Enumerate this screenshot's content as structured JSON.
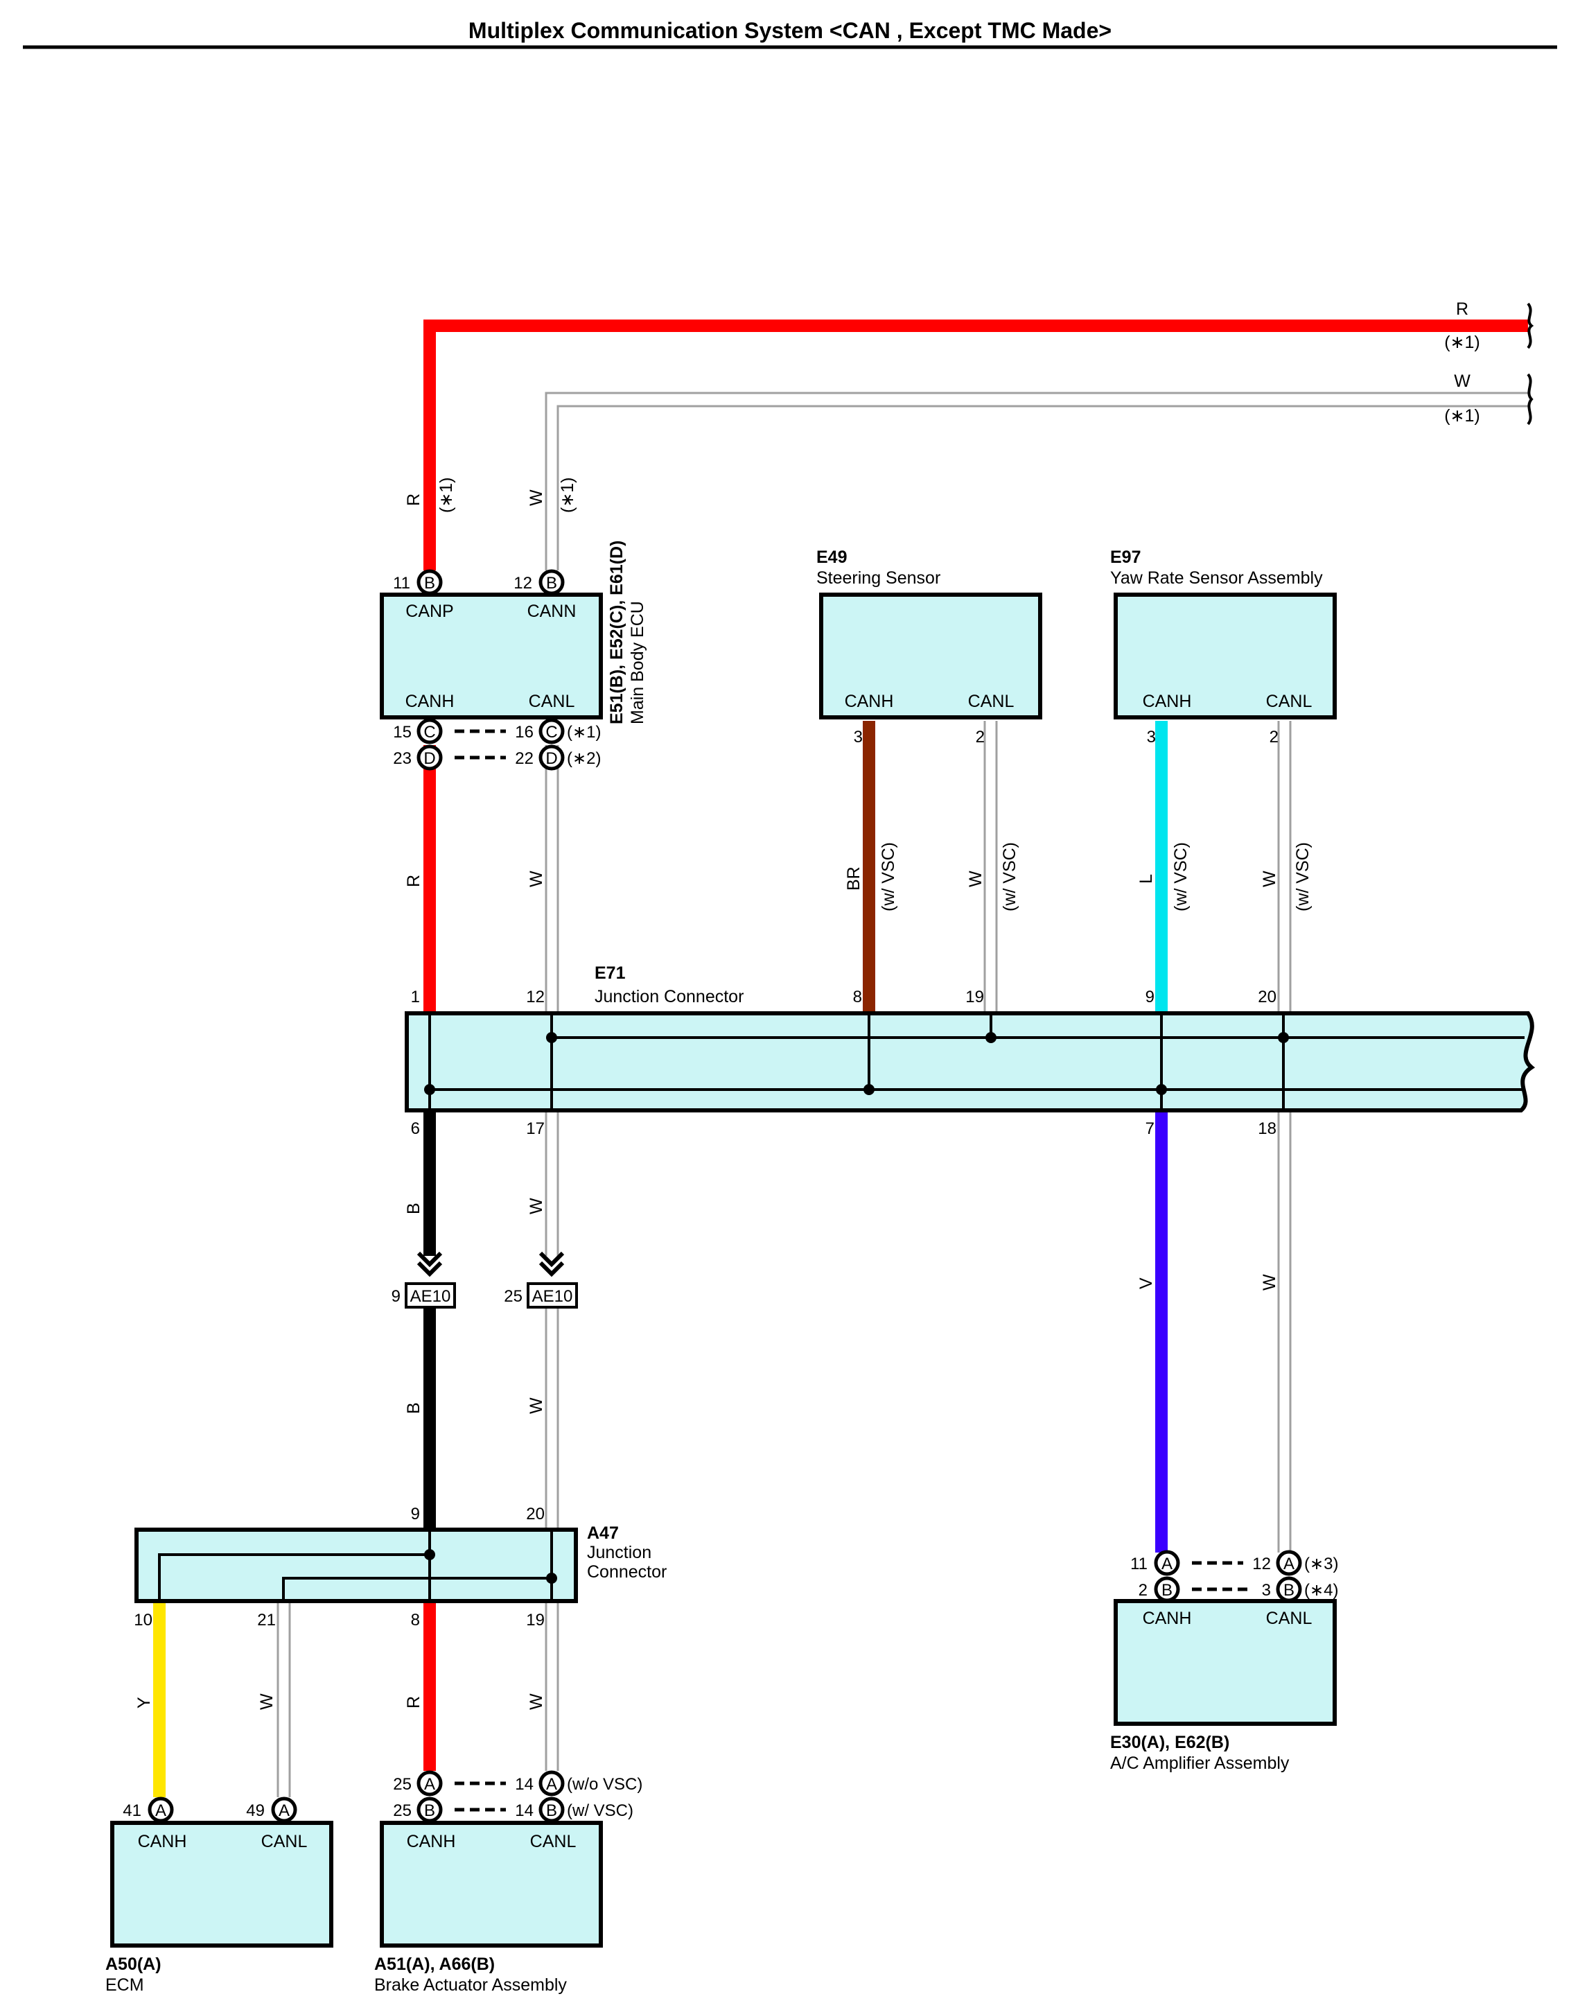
{
  "title": "Multiplex Communication System <CAN , Except TMC Made>",
  "colors": {
    "R": "#ff0000",
    "W": "#b0b0b0",
    "B": "#000000",
    "BR": "#8b2500",
    "L": "#00e5ee",
    "V": "#3a00ff",
    "Y": "#ffe600",
    "box_fill": "#ccf5f5"
  },
  "offpage": {
    "r": {
      "color": "R",
      "note": "(∗1)"
    },
    "w": {
      "color": "W",
      "note": "(∗1)"
    }
  },
  "components": {
    "main_body_ecu": {
      "code": "E51(B), E52(C), E61(D)",
      "name": "Main Body ECU",
      "t1": "CANP",
      "t2": "CANN",
      "t3": "CANH",
      "t4": "CANL"
    },
    "steering": {
      "code": "E49",
      "name": "Steering Sensor",
      "t1": "CANH",
      "t2": "CANL"
    },
    "yaw": {
      "code": "E97",
      "name": "Yaw Rate Sensor Assembly",
      "t1": "CANH",
      "t2": "CANL"
    },
    "e71": {
      "code": "E71",
      "name": "Junction Connector"
    },
    "a47": {
      "code": "A47",
      "name1": "Junction",
      "name2": "Connector"
    },
    "ac_amp": {
      "code": "E30(A), E62(B)",
      "name": "A/C Amplifier Assembly",
      "t1": "CANH",
      "t2": "CANL"
    },
    "ecm": {
      "code": "A50(A)",
      "name": "ECM",
      "t1": "CANH",
      "t2": "CANL"
    },
    "brake": {
      "code": "A51(A), A66(B)",
      "name": "Brake Actuator Assembly",
      "t1": "CANH",
      "t2": "CANL"
    }
  },
  "wires": {
    "ecu_top_r": {
      "color": "R",
      "note": "(∗1)"
    },
    "ecu_top_w": {
      "color": "W",
      "note": "(∗1)"
    },
    "ecu_bot_r": "R",
    "ecu_bot_w": "W",
    "steer_br": {
      "color": "BR",
      "note": "(w/ VSC)"
    },
    "steer_w": {
      "color": "W",
      "note": "(w/ VSC)"
    },
    "yaw_l": {
      "color": "L",
      "note": "(w/ VSC)"
    },
    "yaw_w": {
      "color": "W",
      "note": "(w/ VSC)"
    },
    "e71_b": "B",
    "e71_w": "W",
    "ae_b": "B",
    "ae_w": "W",
    "ac_v": "V",
    "ac_w": "W",
    "ecm_y": "Y",
    "ecm_w": "W",
    "brake_r": "R",
    "brake_w": "W"
  },
  "pins": {
    "ecu_11": "11",
    "ecu_12": "12",
    "ecu_15": "15",
    "ecu_16": "16",
    "ecu_23": "23",
    "ecu_22": "22",
    "steer_3": "3",
    "steer_2": "2",
    "yaw_3": "3",
    "yaw_2": "2",
    "e71_1": "1",
    "e71_12": "12",
    "e71_8": "8",
    "e71_19": "19",
    "e71_9": "9",
    "e71_20": "20",
    "e71_6": "6",
    "e71_17": "17",
    "e71_7": "7",
    "e71_18": "18",
    "ae_9": "9",
    "ae_25": "25",
    "a47_9": "9",
    "a47_20": "20",
    "a47_10": "10",
    "a47_21": "21",
    "a47_8": "8",
    "a47_19": "19",
    "ac_11": "11",
    "ac_12": "12",
    "ac_2": "2",
    "ac_3": "3",
    "ecm_41": "41",
    "ecm_49": "49",
    "brake_25a": "25",
    "brake_14a": "14",
    "brake_25b": "25",
    "brake_14b": "14"
  },
  "letters": {
    "ecu_b1": "B",
    "ecu_b2": "B",
    "ecu_c1": "C",
    "ecu_c2": "C",
    "ecu_d1": "D",
    "ecu_d2": "D",
    "ac_a1": "A",
    "ac_a2": "A",
    "ac_b1": "B",
    "ac_b2": "B",
    "ecm_a1": "A",
    "ecm_a2": "A",
    "brake_a1": "A",
    "brake_a2": "A",
    "brake_b1": "B",
    "brake_b2": "B"
  },
  "conditions": {
    "ecu_c": "(∗1)",
    "ecu_d": "(∗2)",
    "ac_a": "(∗3)",
    "ac_b": "(∗4)",
    "brake_a": "(w/o VSC)",
    "brake_b": "(w/ VSC)"
  },
  "ae10": "AE10"
}
